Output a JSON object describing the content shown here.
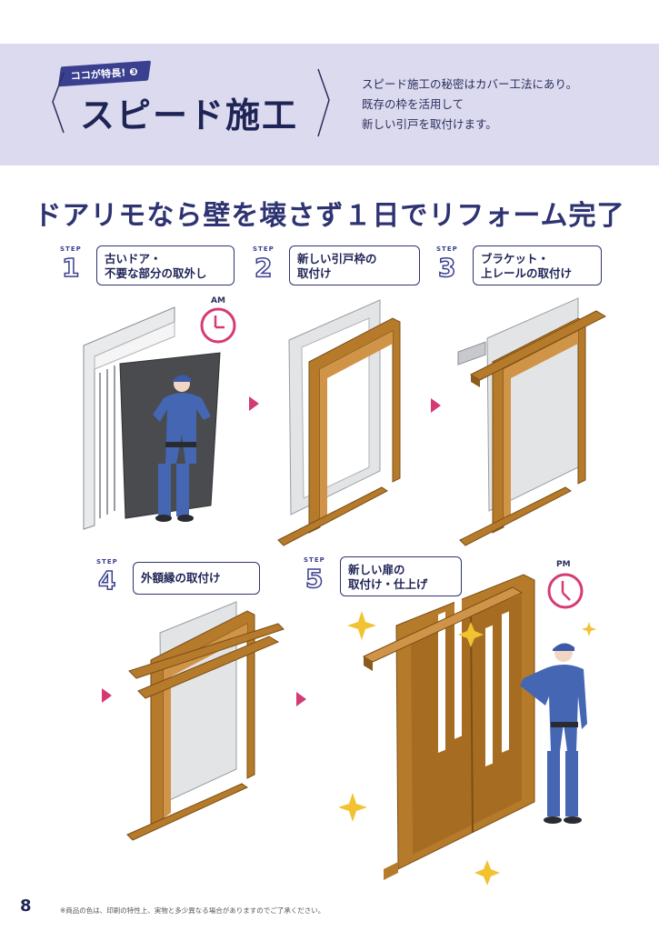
{
  "header": {
    "tag": "ココが特長! ❸",
    "title": "スピード施工",
    "description": [
      "スピード施工の秘密はカバー工法にあり。",
      "既存の枠を活用して",
      "新しい引戸を取付けます。"
    ]
  },
  "headline": "ドアリモなら壁を壊さず１日でリフォーム完了",
  "steps": [
    {
      "label": "STEP",
      "number": "1",
      "lines": [
        "古いドア・",
        "不要な部分の取外し"
      ]
    },
    {
      "label": "STEP",
      "number": "2",
      "lines": [
        "新しい引戸枠の",
        "取付け"
      ]
    },
    {
      "label": "STEP",
      "number": "3",
      "lines": [
        "ブラケット・",
        "上レールの取付け"
      ]
    },
    {
      "label": "STEP",
      "number": "4",
      "lines": [
        "外額縁の取付け"
      ]
    },
    {
      "label": "STEP",
      "number": "5",
      "lines": [
        "新しい扉の",
        "取付け・仕上げ"
      ]
    }
  ],
  "clocks": {
    "start": "AM",
    "end": "PM"
  },
  "colors": {
    "navy": "#2b2f5e",
    "accent": "#d63a75",
    "band": "#dcdaee",
    "wood": "#b67a2b"
  },
  "footer": {
    "page_number": "8",
    "note": "※商品の色は、印刷の特性上、実物と多少異なる場合がありますのでご了承ください。"
  }
}
